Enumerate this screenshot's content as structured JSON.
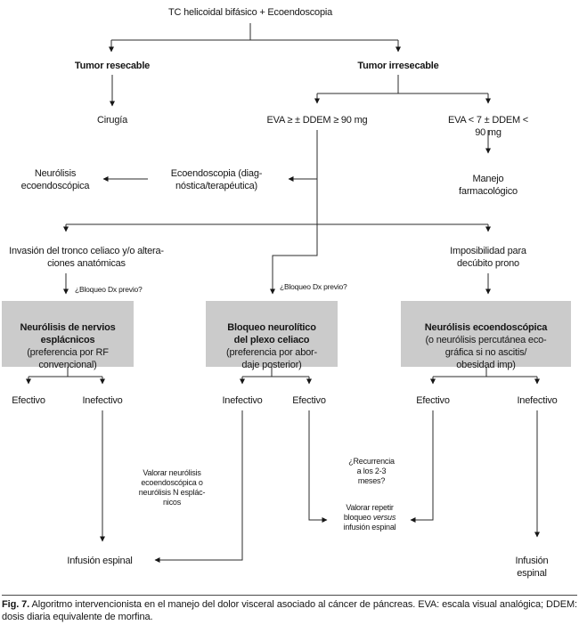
{
  "nodes": {
    "title": "TC helicoidal bifásico + Ecoendoscopia",
    "tumor_resecable": "Tumor resecable",
    "tumor_irresecable": "Tumor irresecable",
    "cirugia": "Cirugía",
    "eva_high": "EVA ≥ ± DDEM ≥ 90 mg",
    "eva_low": "EVA < 7 ± DDEM < 90 mg",
    "manejo_farmacologico": "Manejo farmacológico",
    "neurolisis_eco": "Neurólisis\necoendoscópica",
    "ecoendoscopia": "Ecoendoscopia (diag-\nnóstica/terapéutica)",
    "invasion": "Invasión del tronco celiaco y/o altera-\nciones anatómicas",
    "imposibilidad": "Imposibilidad para\ndecúbito prono",
    "bloqueo_dx_left": "¿Bloqueo Dx previo?",
    "bloqueo_dx_mid": "¿Bloqueo Dx previo?",
    "box_left_title": "Neurólisis de nervios\nesplácnicos",
    "box_left_sub": "(preferencia por RF\nconvencional)",
    "box_mid_title": "Bloqueo neurolítico\ndel plexo celiaco",
    "box_mid_sub": "(preferencia por abor-\ndaje posterior)",
    "box_right_title": "Neurólisis ecoendoscópica",
    "box_right_sub": "(o neurólisis percutánea eco-\ngráfica si no ascitis/\nobesidad imp)",
    "outcome_left_1": "Efectivo",
    "outcome_left_2": "Inefectivo",
    "outcome_mid_1": "Inefectivo",
    "outcome_mid_2": "Efectivo",
    "outcome_right_1": "Efectivo",
    "outcome_right_2": "Inefectivo",
    "valorar_neurolisis": "Valorar neurólisis\necoendoscópica o\nneurólisis N esplác-\nnicos",
    "recurrencia": "¿Recurrencia\na los 2-3\nmeses?",
    "valorar_repetir_pre": "Valorar repetir\nbloqueo ",
    "valorar_repetir_italic": "versus",
    "valorar_repetir_post": "\ninfusión espinal",
    "infusion_left": "Infusión espinal",
    "infusion_right": "Infusión espinal"
  },
  "caption": {
    "label": "Fig. 7.",
    "text": "Algoritmo intervencionista en el manejo del dolor visceral asociado al cáncer de páncreas. EVA: escala visual analógica; DDEM: dosis diaria equivalente de morfina."
  },
  "colors": {
    "box_fill": "#cbcbcb",
    "line": "#2b2b2b",
    "text": "#161616",
    "background": "#ffffff"
  }
}
